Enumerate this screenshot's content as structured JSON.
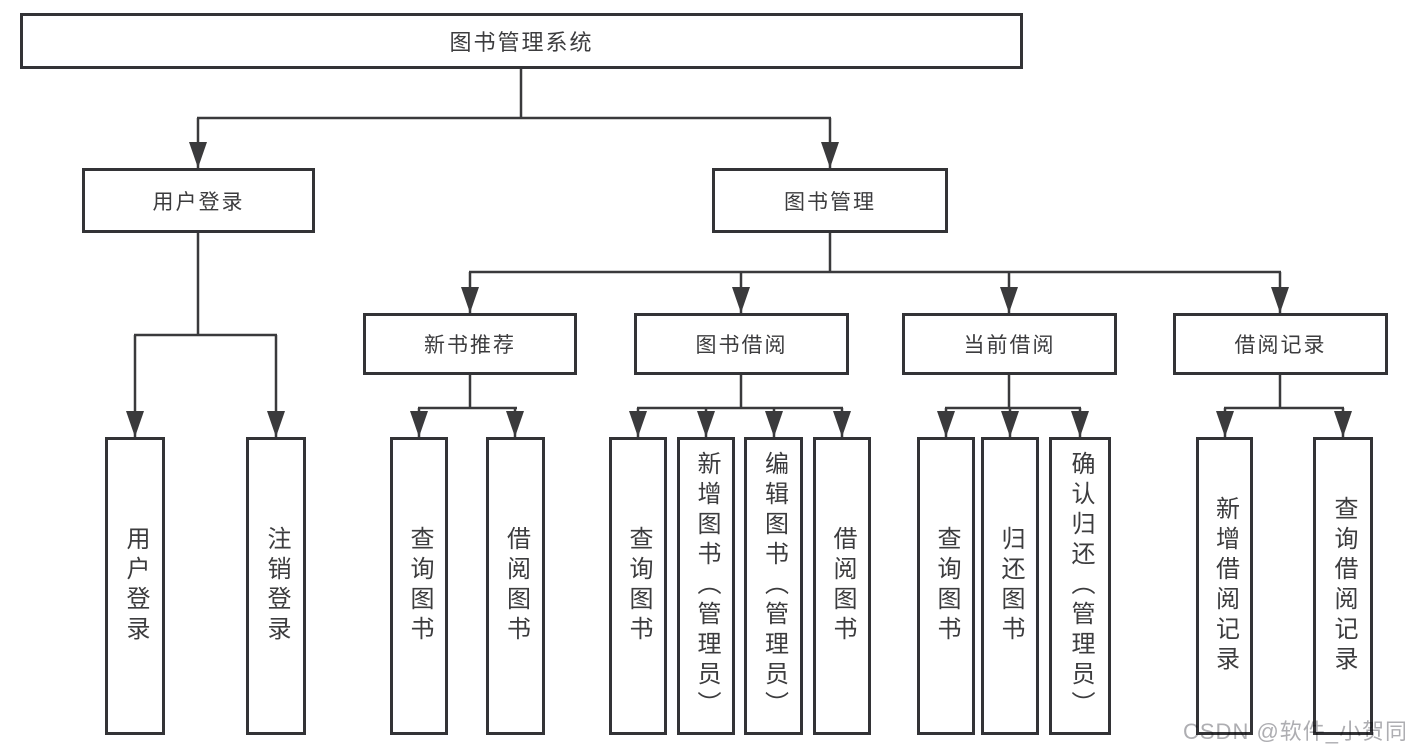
{
  "diagram": {
    "root": {
      "label": "图书管理系统"
    },
    "branches": [
      {
        "label": "用户登录",
        "children": [
          {
            "label": "用户登录"
          },
          {
            "label": "注销登录"
          }
        ]
      },
      {
        "label": "图书管理",
        "children": [
          {
            "label": "新书推荐",
            "children": [
              {
                "label": "查询图书"
              },
              {
                "label": "借阅图书"
              }
            ]
          },
          {
            "label": "图书借阅",
            "children": [
              {
                "label": "查询图书"
              },
              {
                "label": "新增图书（管理员）"
              },
              {
                "label": "编辑图书（管理员）"
              },
              {
                "label": "借阅图书"
              }
            ]
          },
          {
            "label": "当前借阅",
            "children": [
              {
                "label": "查询图书"
              },
              {
                "label": "归还图书"
              },
              {
                "label": "确认归还（管理员）"
              }
            ]
          },
          {
            "label": "借阅记录",
            "children": [
              {
                "label": "新增借阅记录"
              },
              {
                "label": "查询借阅记录"
              }
            ]
          }
        ]
      }
    ]
  },
  "watermark": {
    "text": "CSDN @软件_小贺同学"
  },
  "colors": {
    "line": "#3a3a3c",
    "box_border": "#333336",
    "text": "#3c3c3e",
    "watermark": "#aeaeb2",
    "background": "#ffffff"
  }
}
